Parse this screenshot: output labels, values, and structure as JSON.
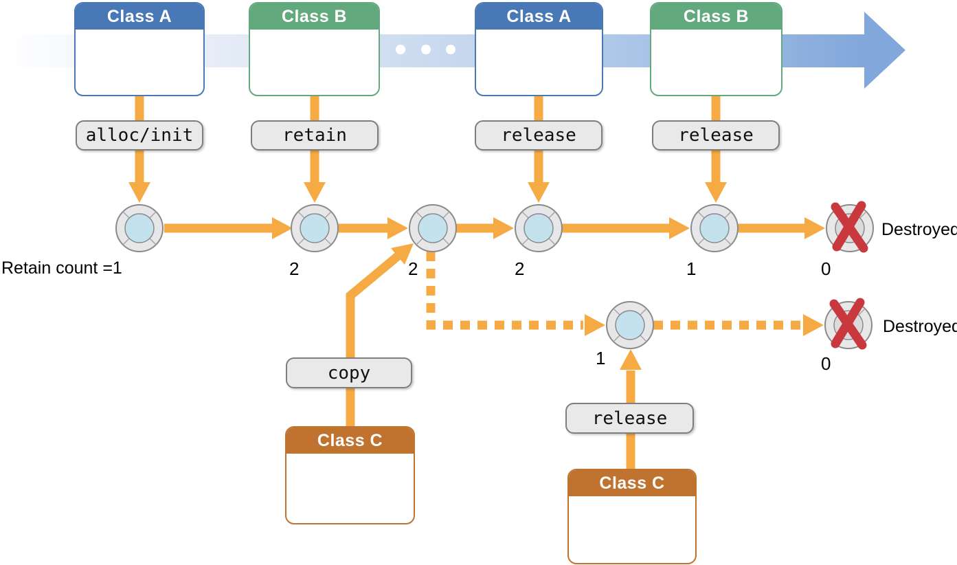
{
  "diagram": {
    "timeline_classes": [
      {
        "name": "Class A",
        "color": "#4878B5"
      },
      {
        "name": "Class B",
        "color": "#63A97E"
      },
      {
        "name": "Class A",
        "color": "#4878B5"
      },
      {
        "name": "Class B",
        "color": "#63A97E"
      }
    ],
    "ellipsis_dots": 3,
    "operations": {
      "alloc_init": "alloc/init",
      "retain": "retain",
      "release_a": "release",
      "release_b": "release",
      "copy": "copy",
      "release_c": "release"
    },
    "main_chain": {
      "start_label": "Retain count =1",
      "counts": [
        "2",
        "2",
        "2",
        "1",
        "0"
      ],
      "destroyed_label": "Destroyed"
    },
    "copy_chain": {
      "counts": [
        "1",
        "0"
      ],
      "destroyed_label": "Destroyed"
    },
    "copy_classes": [
      {
        "name": "Class C",
        "color": "#C0732F"
      },
      {
        "name": "Class C",
        "color": "#C0732F"
      }
    ],
    "colors": {
      "class_a_blue": "#4878B5",
      "class_b_green": "#63A97E",
      "class_c_orange": "#C0732F",
      "arrow_orange": "#F5AA43",
      "timeline_blue": "#82A7DA",
      "object_ring_gray": "#E7E7E9",
      "object_core_blue": "#C4E2EE",
      "destroyed_red": "#C9383C",
      "pill_gray": "#E9E9E9"
    },
    "icons": {
      "object_node": "life-preserver-circle",
      "destroyed_node": "red-x-circle",
      "timeline": "right-arrow-band"
    }
  }
}
